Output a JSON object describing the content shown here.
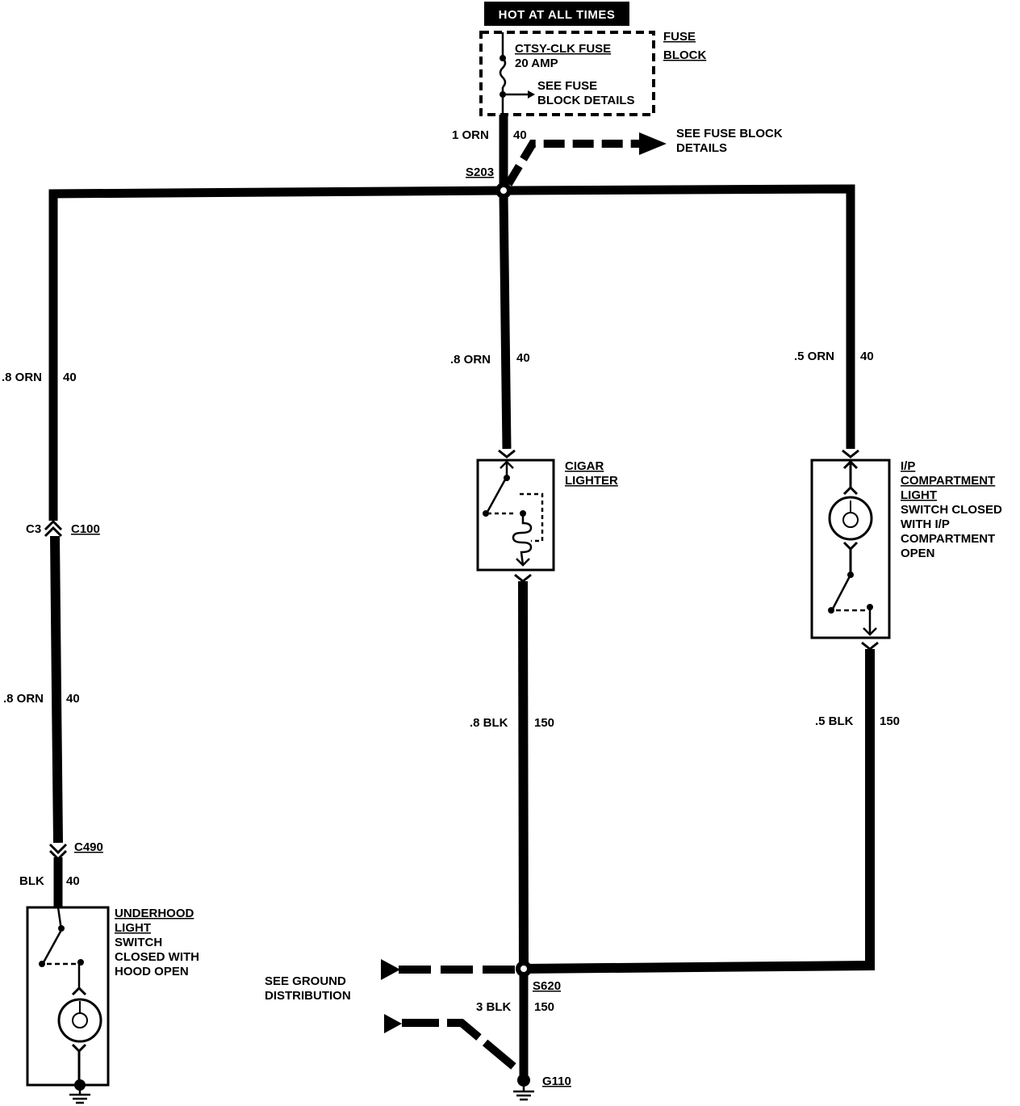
{
  "header": {
    "hot_label": "HOT AT ALL TIMES"
  },
  "fuse_block": {
    "name_line1": "FUSE",
    "name_line2": "BLOCK",
    "fuse_name": "CTSY-CLK FUSE",
    "fuse_rating": "20 AMP",
    "details_line1": "SEE FUSE",
    "details_line2": "BLOCK DETAILS"
  },
  "fuse_output": {
    "wire_color": "1 ORN",
    "circuit": "40",
    "see_line1": "SEE FUSE BLOCK",
    "see_line2": "DETAILS"
  },
  "splices": {
    "top": "S203",
    "ground": "S620"
  },
  "left_branch": {
    "wire1_color": ".8 ORN",
    "wire1_circuit": "40",
    "conn1_pin": "C3",
    "conn1_name": "C100",
    "wire2_color": ".8 ORN",
    "wire2_circuit": "40",
    "conn2_name": "C490",
    "wire3_color": "BLK",
    "wire3_circuit": "40"
  },
  "underhood": {
    "line1": "UNDERHOOD",
    "line2": "LIGHT",
    "line3": "SWITCH",
    "line4": "CLOSED WITH",
    "line5": "HOOD OPEN"
  },
  "center_branch": {
    "wire1_color": ".8 ORN",
    "wire1_circuit": "40",
    "wire2_color": ".8 BLK",
    "wire2_circuit": "150"
  },
  "cigar": {
    "line1": "CIGAR",
    "line2": "LIGHTER"
  },
  "right_branch": {
    "wire1_color": ".5 ORN",
    "wire1_circuit": "40",
    "wire2_color": ".5 BLK",
    "wire2_circuit": "150"
  },
  "ip_light": {
    "line1": "I/P",
    "line2": "COMPARTMENT",
    "line3": "LIGHT",
    "line4": "SWITCH CLOSED",
    "line5": "WITH I/P",
    "line6": "COMPARTMENT",
    "line7": "OPEN"
  },
  "ground": {
    "see_line1": "SEE GROUND",
    "see_line2": "DISTRIBUTION",
    "wire_color": "3 BLK",
    "circuit": "150",
    "ground_name": "G110"
  }
}
